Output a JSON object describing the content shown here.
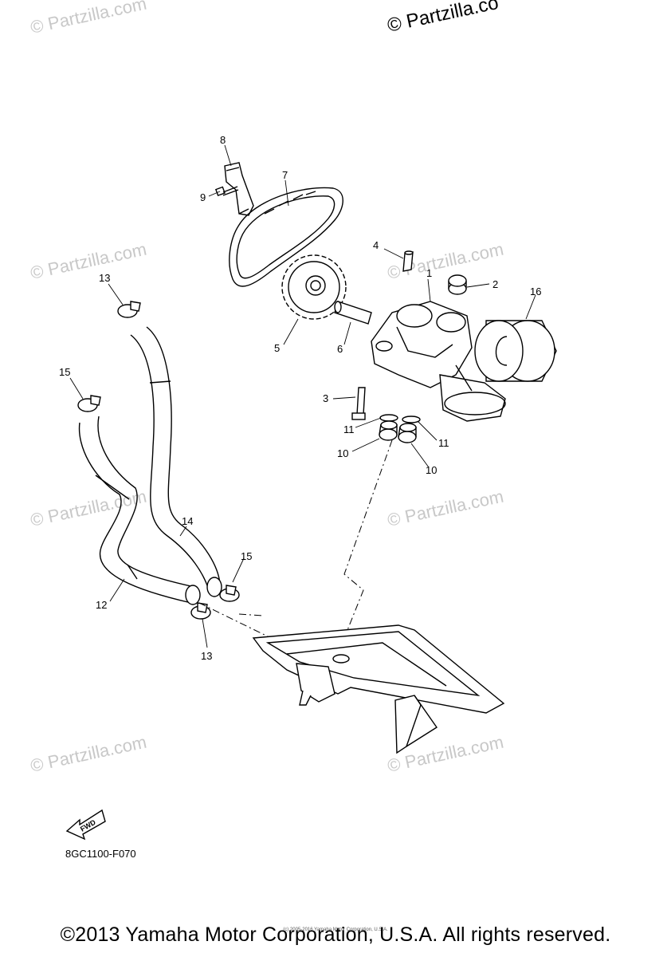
{
  "watermark": {
    "text": "© Partzilla.com",
    "top_text": "© Partzilla.co"
  },
  "callouts": [
    "1",
    "2",
    "3",
    "4",
    "5",
    "6",
    "7",
    "8",
    "9",
    "10",
    "10",
    "11",
    "11",
    "12",
    "13",
    "13",
    "14",
    "15",
    "15",
    "16"
  ],
  "fwd_label": "FWD",
  "diagram_code": "8GC1100-F070",
  "tiny_credit": "(c) 2005-2016 Yamaha Motor Corporation, U.S.A.",
  "copyright": "©2013 Yamaha Motor Corporation, U.S.A. All rights reserved."
}
